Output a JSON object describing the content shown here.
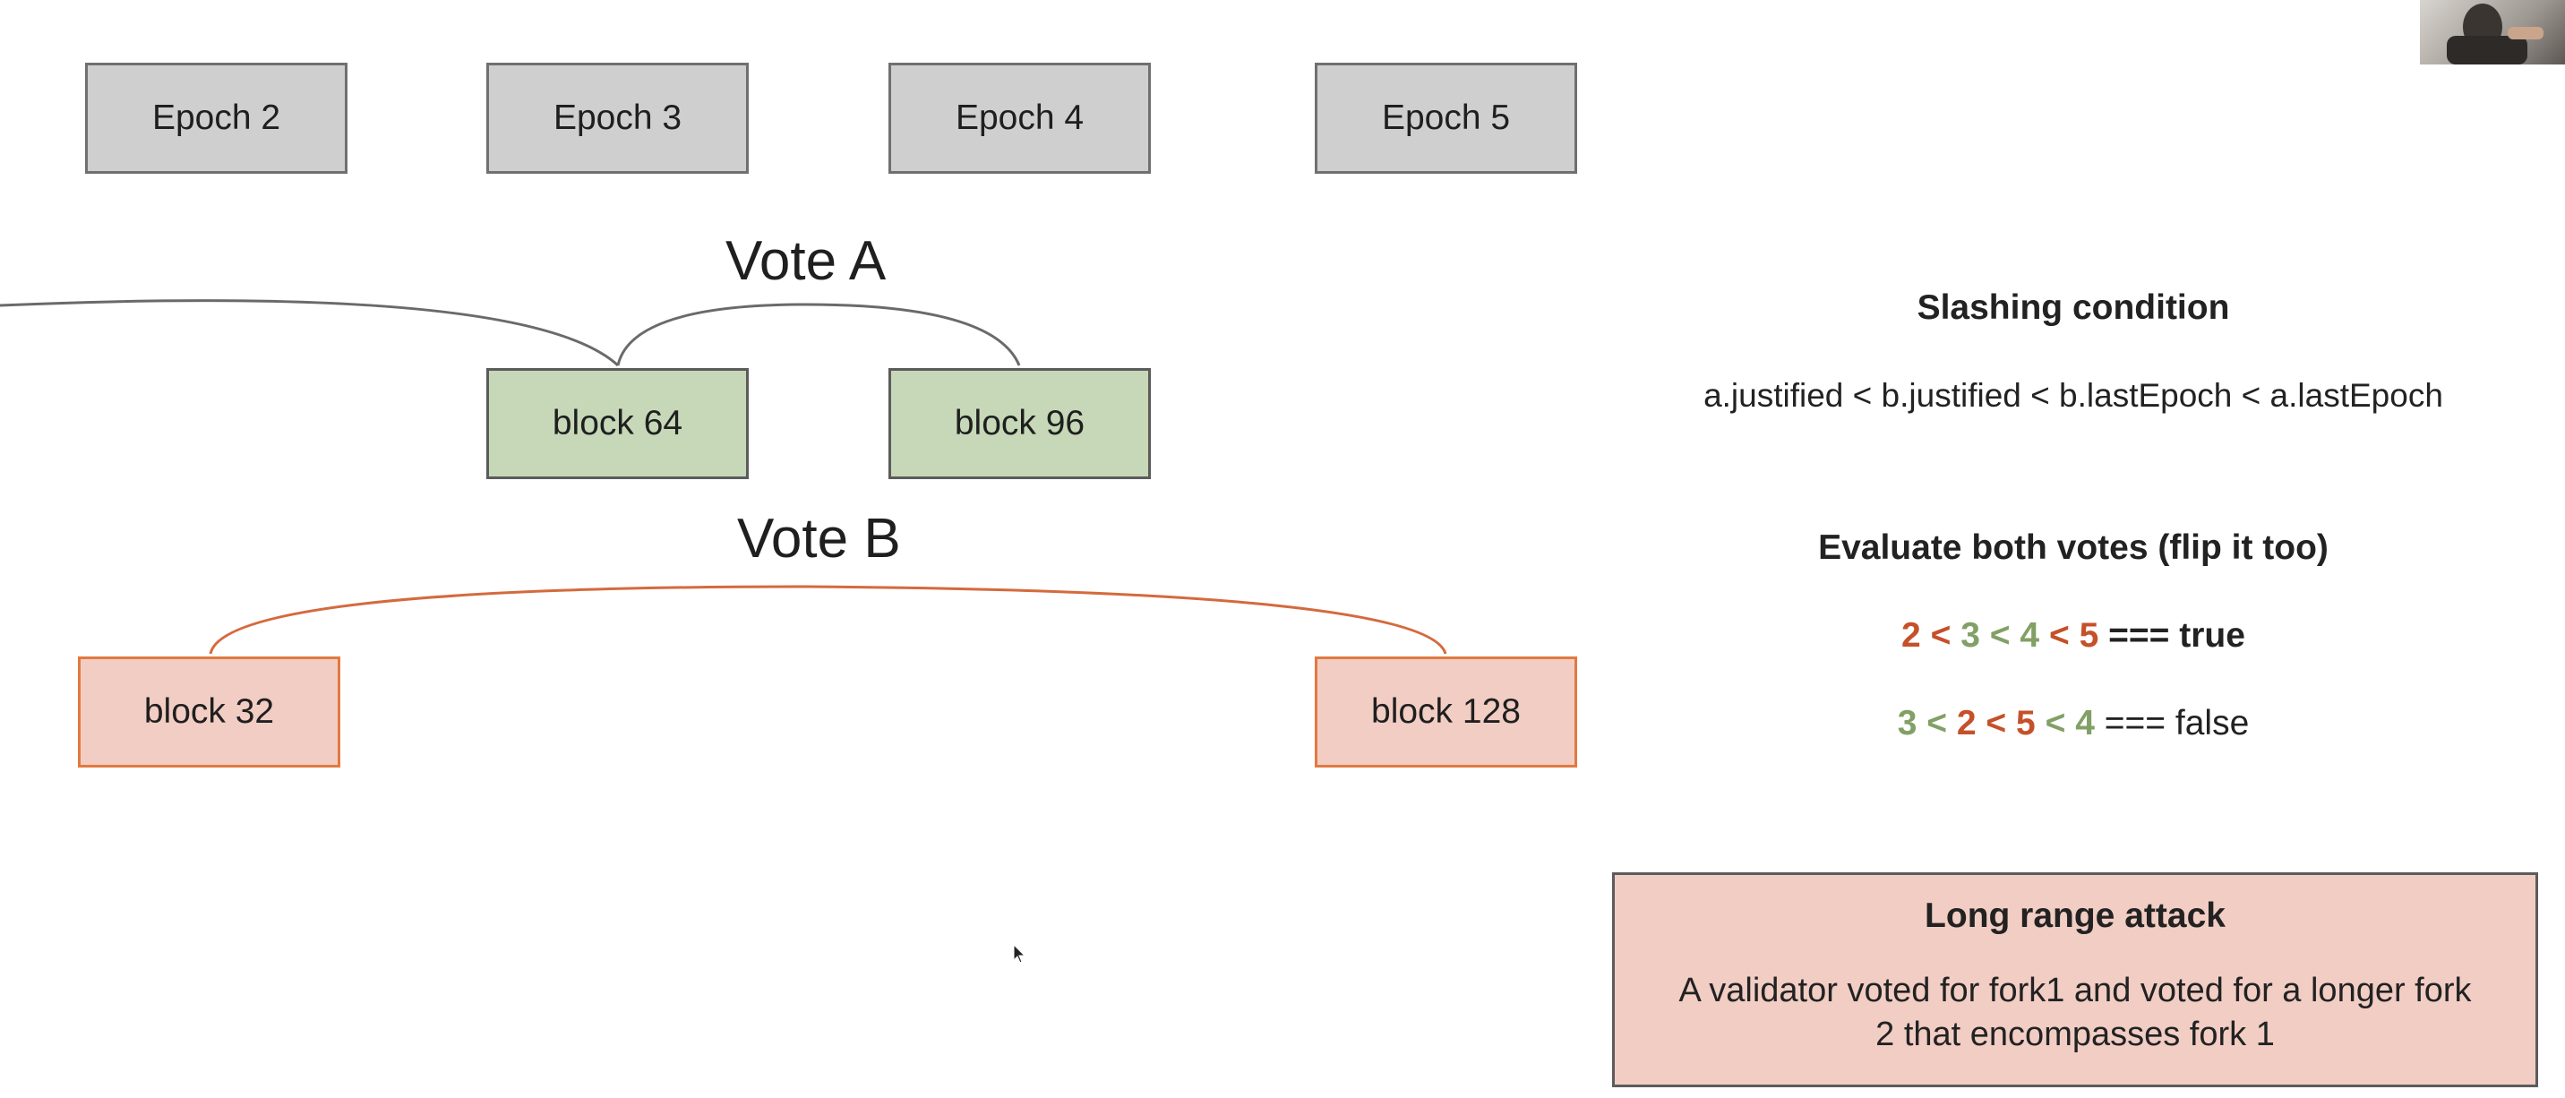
{
  "epochs": [
    "Epoch 2",
    "Epoch 3",
    "Epoch 4",
    "Epoch 5"
  ],
  "vote_a": {
    "title": "Vote A",
    "blocks": [
      "block 64",
      "block 96"
    ]
  },
  "vote_b": {
    "title": "Vote B",
    "blocks": [
      "block 32",
      "block 128"
    ]
  },
  "panel": {
    "slashing_title": "Slashing condition",
    "slashing_formula": "a.justified < b.justified < b.lastEpoch < a.lastEpoch",
    "evaluate_title": "Evaluate both votes (flip it too)",
    "eval1": {
      "n1": "2",
      "n2": "3",
      "n3": "4",
      "n4": "5",
      "op": "<",
      "result": "=== true"
    },
    "eval2": {
      "n1": "3",
      "n2": "2",
      "n3": "5",
      "n4": "4",
      "op": "<",
      "result": "=== false"
    }
  },
  "attack": {
    "title": "Long range attack",
    "line1": "A validator voted for fork1 and voted for a longer fork",
    "line2": "2 that encompasses fork 1"
  },
  "colors": {
    "epoch_fill": "#cfcfcf",
    "vote_a_fill": "#c6d8b8",
    "vote_b_fill": "#f2cdc4",
    "vote_b_stroke": "#e2793f",
    "number_orange": "#c5502a",
    "number_green": "#82a065"
  }
}
